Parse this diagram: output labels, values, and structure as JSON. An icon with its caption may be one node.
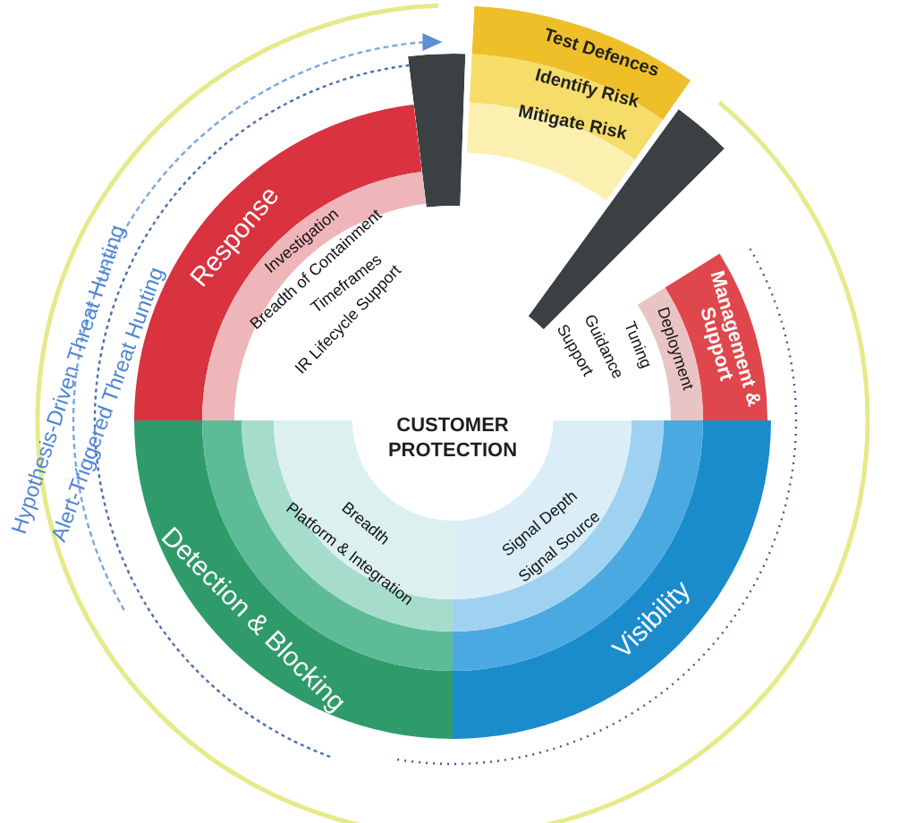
{
  "diagram": {
    "nodes": [
      {
        "text": [
          "CUSTOMER PROTECTION"
        ]
      },
      {
        "text": [
          "Response",
          "Investigation",
          "Breadth of Containment",
          "Timeframes",
          "IR Lifecycle Support"
        ]
      },
      {
        "text": [],
        "shape": "wedge"
      },
      {
        "text": [
          "Test Defences",
          "Identify Risk",
          "Mitigate Risk"
        ]
      },
      {
        "text": [],
        "shape": "wedge"
      },
      {
        "text": [
          "Management & Support",
          "Deployment",
          "Tuning",
          "Guidance",
          "Support"
        ]
      },
      {
        "text": [
          "Detection & Blocking",
          "Breadth",
          "Platform & Integration"
        ]
      },
      {
        "text": [
          "Visibility",
          "Signal Depth",
          "Signal Source"
        ]
      }
    ],
    "labels": [
      "Hypothesis-Driven Threat Hunting",
      "Alert-Triggered Threat Hunting"
    ]
  }
}
